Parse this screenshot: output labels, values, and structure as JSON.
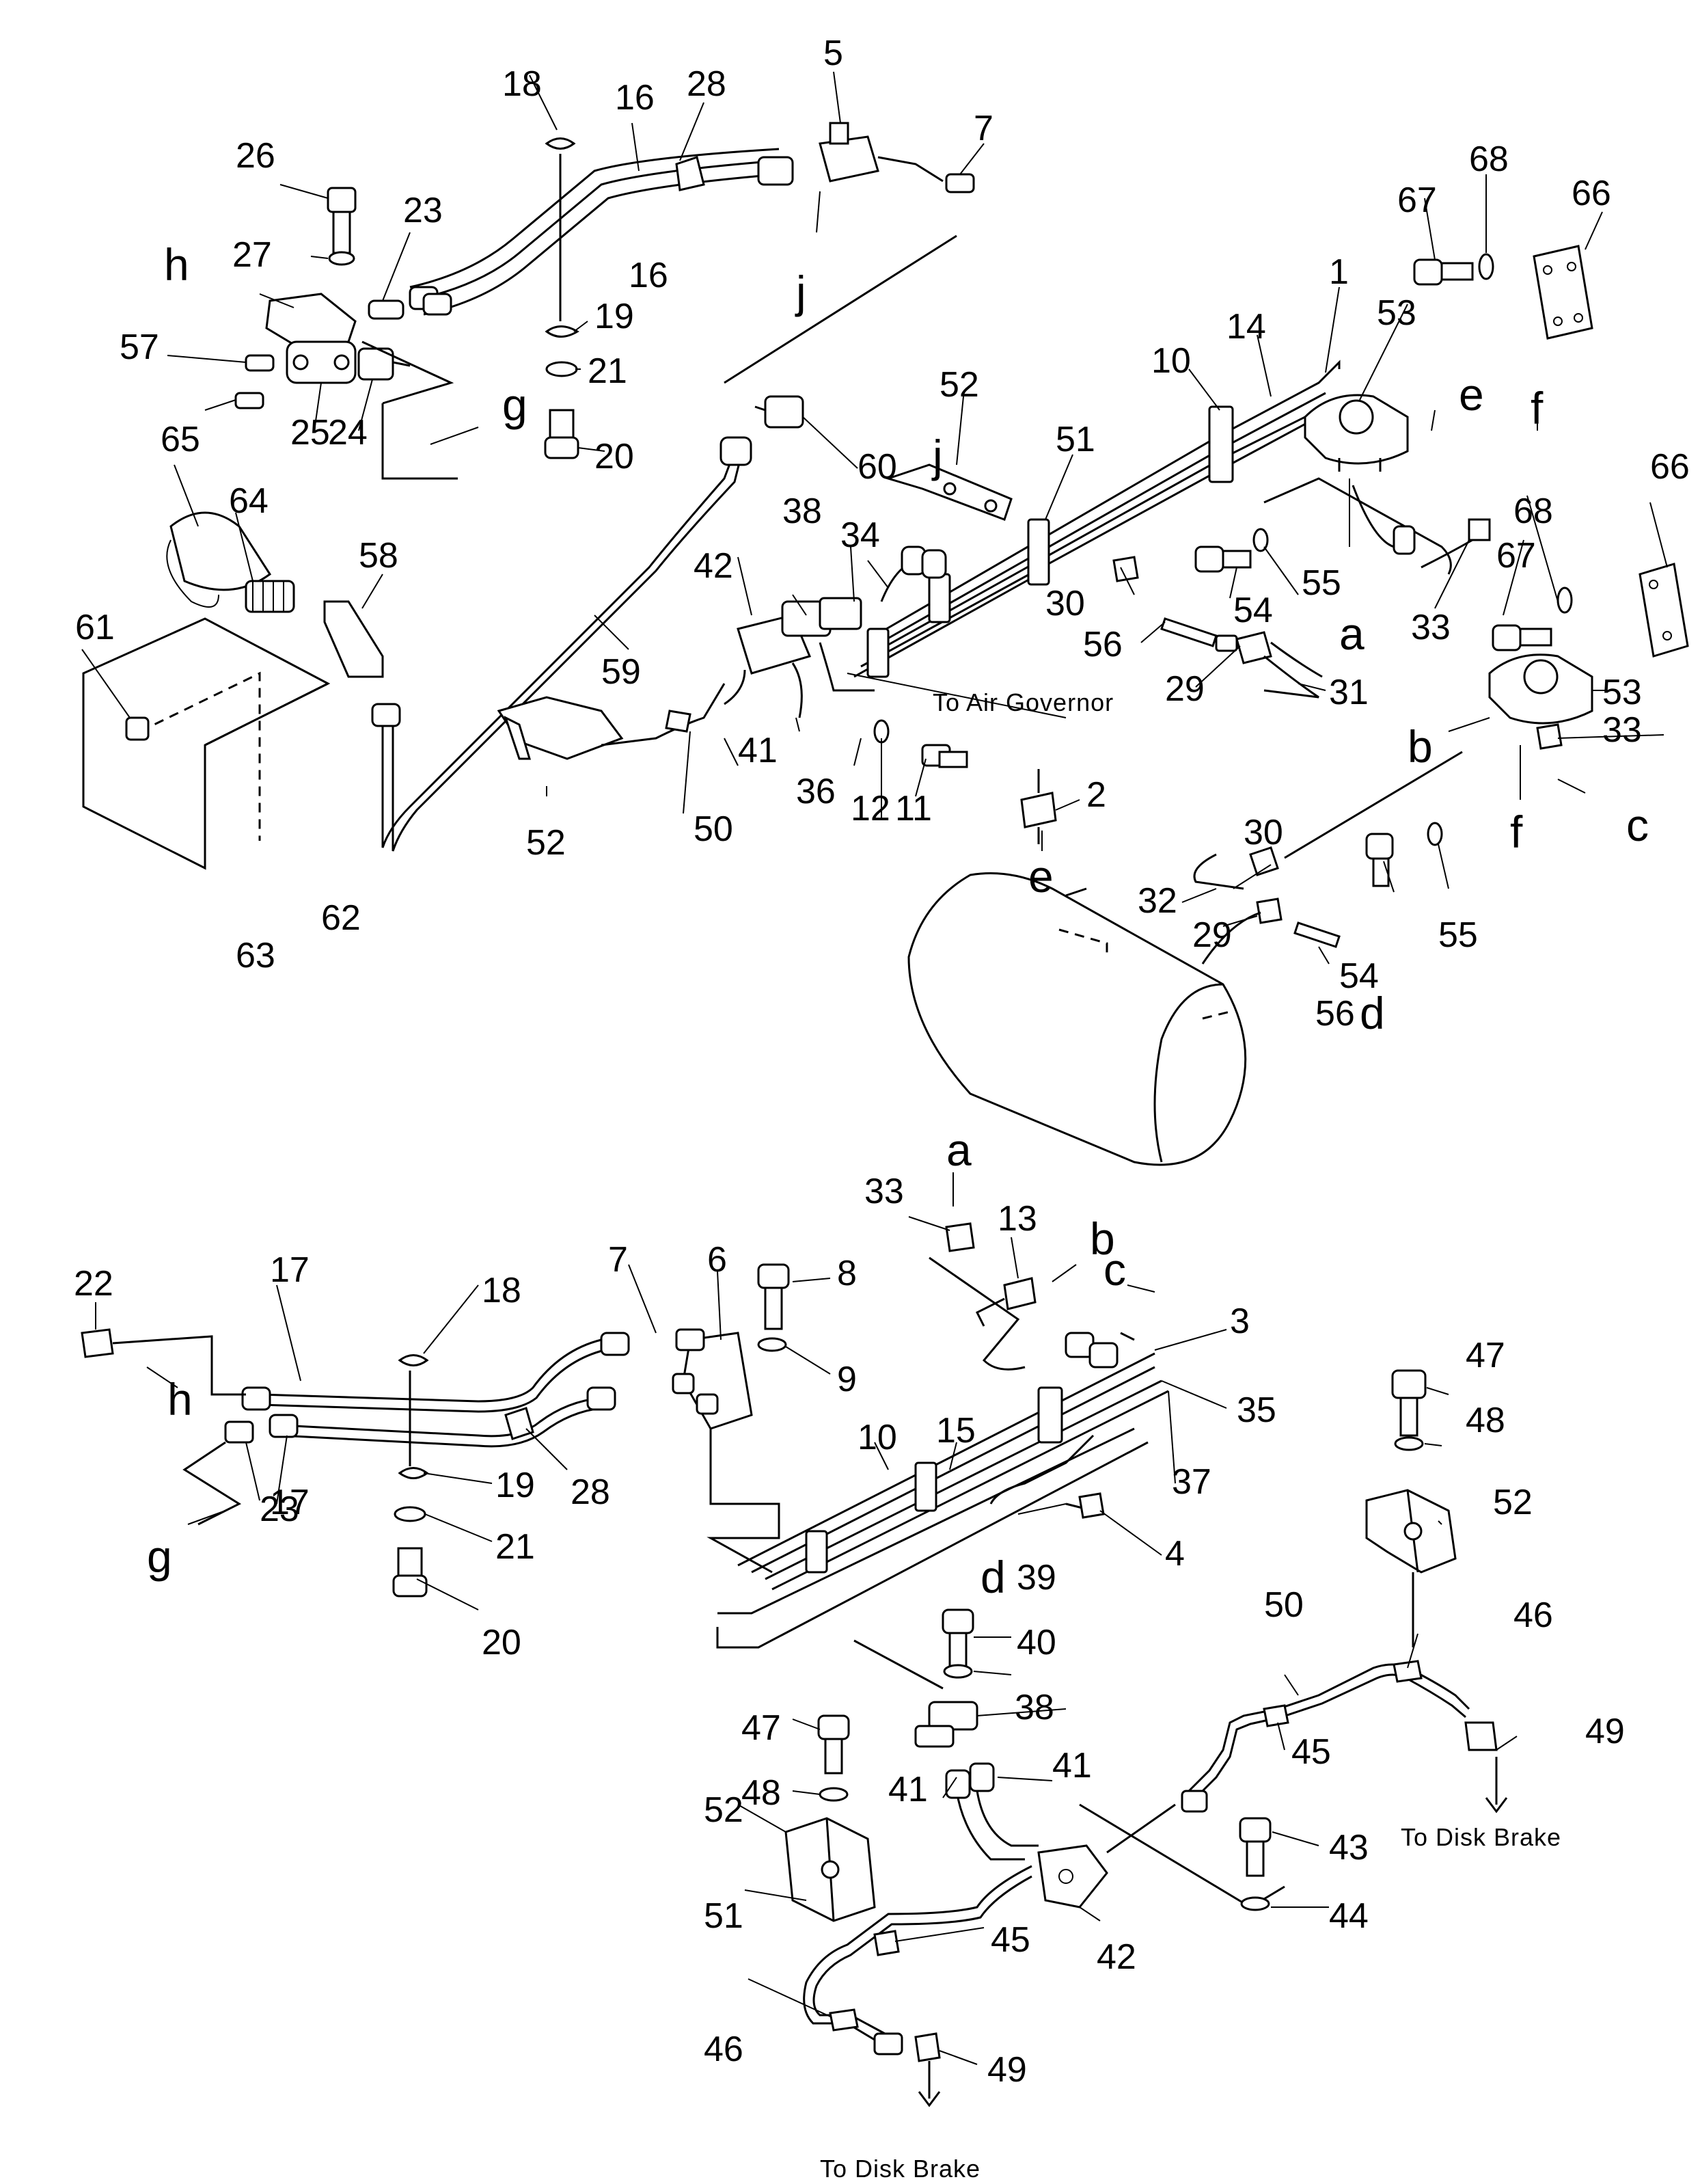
{
  "callouts": [
    "1",
    "2",
    "3",
    "4",
    "5",
    "6",
    "7",
    "8",
    "9",
    "10",
    "11",
    "12",
    "13",
    "14",
    "15",
    "16",
    "17",
    "18",
    "19",
    "20",
    "21",
    "22",
    "23",
    "24",
    "25",
    "26",
    "27",
    "28",
    "29",
    "30",
    "31",
    "32",
    "33",
    "34",
    "35",
    "36",
    "37",
    "38",
    "39",
    "40",
    "41",
    "42",
    "43",
    "44",
    "45",
    "46",
    "47",
    "48",
    "49",
    "50",
    "51",
    "52",
    "53",
    "54",
    "55",
    "56",
    "57",
    "58",
    "59",
    "60",
    "61",
    "62",
    "63",
    "64",
    "65",
    "66",
    "67",
    "68"
  ],
  "refs": {
    "a": "a",
    "b": "b",
    "c": "c",
    "d": "d",
    "e": "e",
    "f": "f",
    "g": "g",
    "h": "h",
    "j": "j"
  },
  "notes": {
    "to_air_governor": "To Air Governor",
    "to_disk_brake": "To Disk Brake"
  }
}
